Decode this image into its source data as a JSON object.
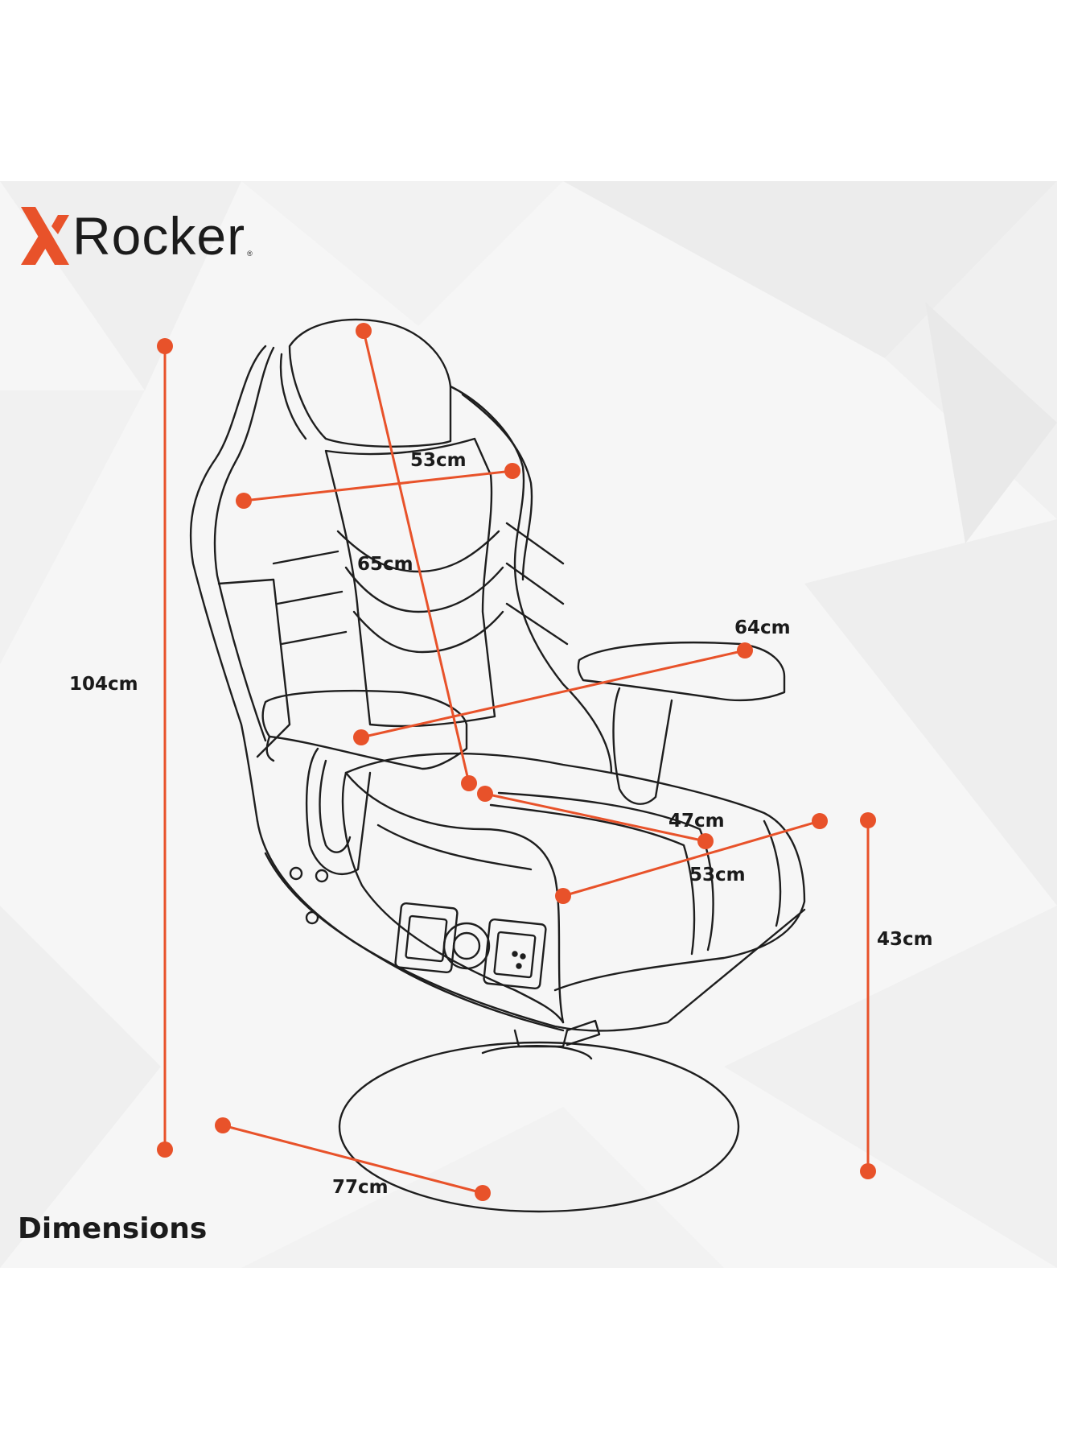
{
  "brand": {
    "name": "Rocker",
    "mark": "X",
    "registered": "®",
    "accent_color": "#e8522a",
    "text_color": "#1b1b1b"
  },
  "section_title": "Dimensions",
  "dimensions": [
    {
      "id": "total-height",
      "label": "104cm"
    },
    {
      "id": "back-width",
      "label": "53cm"
    },
    {
      "id": "back-height",
      "label": "65cm"
    },
    {
      "id": "arm-width",
      "label": "64cm"
    },
    {
      "id": "seat-depth",
      "label": "47cm"
    },
    {
      "id": "seat-width",
      "label": "53cm"
    },
    {
      "id": "seat-height",
      "label": "43cm"
    },
    {
      "id": "base-diameter",
      "label": "77cm"
    }
  ]
}
